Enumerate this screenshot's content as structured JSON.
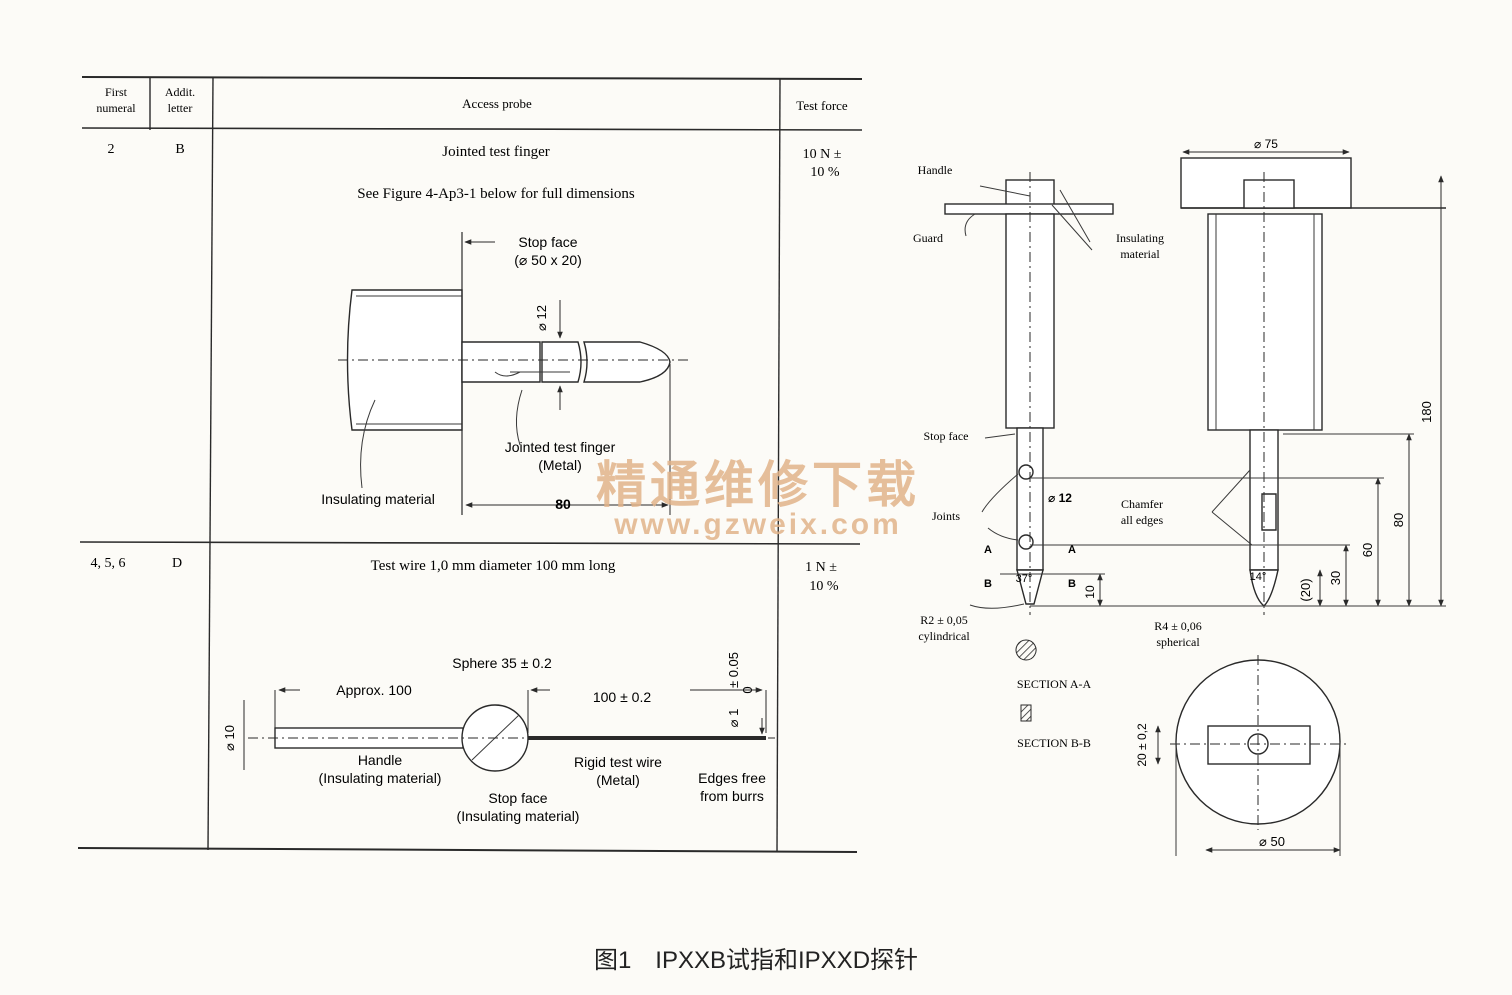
{
  "table": {
    "headers": {
      "first_numeral": [
        "First",
        "numeral"
      ],
      "addit_letter": [
        "Addit.",
        "letter"
      ],
      "access_probe": "Access probe",
      "test_force": "Test force"
    },
    "rows": [
      {
        "first_numeral": "2",
        "addit_letter": "B",
        "probe_title": "Jointed test finger",
        "probe_note": "See Figure 4-Ap3-1 below for full dimensions",
        "test_force": [
          "10 N ±",
          "10 %"
        ]
      },
      {
        "first_numeral": "4, 5, 6",
        "addit_letter": "D",
        "probe_title": "Test wire 1,0 mm diameter 100 mm long",
        "test_force": [
          "1 N ±",
          "10 %"
        ]
      }
    ]
  },
  "finger_drawing": {
    "stop_face": "Stop face",
    "stop_face_dim": "(⌀ 50 x 20)",
    "diameter": "⌀ 12",
    "jointed_finger": "Jointed test finger",
    "metal": "(Metal)",
    "insulating_material": "Insulating material",
    "length": "80"
  },
  "wire_drawing": {
    "sphere": "Sphere 35 ± 0.2",
    "approx": "Approx. 100",
    "wire_length": "100 ± 0.2",
    "handle_dia": "⌀ 10",
    "wire_dia": "⌀ 1",
    "tol_upper": "± 0.05",
    "tol_lower": "0",
    "handle": "Handle",
    "handle_material": "(Insulating material)",
    "stop_face": "Stop face",
    "stop_face_material": "(Insulating material)",
    "rigid_wire": "Rigid test wire",
    "metal": "(Metal)",
    "edges_free": "Edges free",
    "from_burrs": "from burrs"
  },
  "detail_drawing": {
    "handle": "Handle",
    "guard": "Guard",
    "insulating": "Insulating",
    "material": "material",
    "stop_face": "Stop face",
    "joints": "Joints",
    "dia_12": "⌀ 12",
    "chamfer": "Chamfer",
    "all_edges": "all edges",
    "section_a": "A",
    "section_b": "B",
    "angle_37": "37°",
    "angle_14": "14°",
    "dim_10": "10",
    "dim_20": "(20)",
    "dim_30": "30",
    "dim_60": "60",
    "dim_80": "80",
    "dim_180": "180",
    "dia_75": "⌀ 75",
    "dia_50": "⌀ 50",
    "dim_20_tol": "20 ± 0,2",
    "r2": "R2 ± 0,05",
    "cylindrical": "cylindrical",
    "r4": "R4 ± 0,06",
    "spherical": "spherical",
    "section_aa": "SECTION A-A",
    "section_bb": "SECTION B-B"
  },
  "watermark": {
    "text_cn": "精通维修下载",
    "url": "www.gzweix.com"
  },
  "caption": "图1　IPXXB试指和IPXXD探针"
}
